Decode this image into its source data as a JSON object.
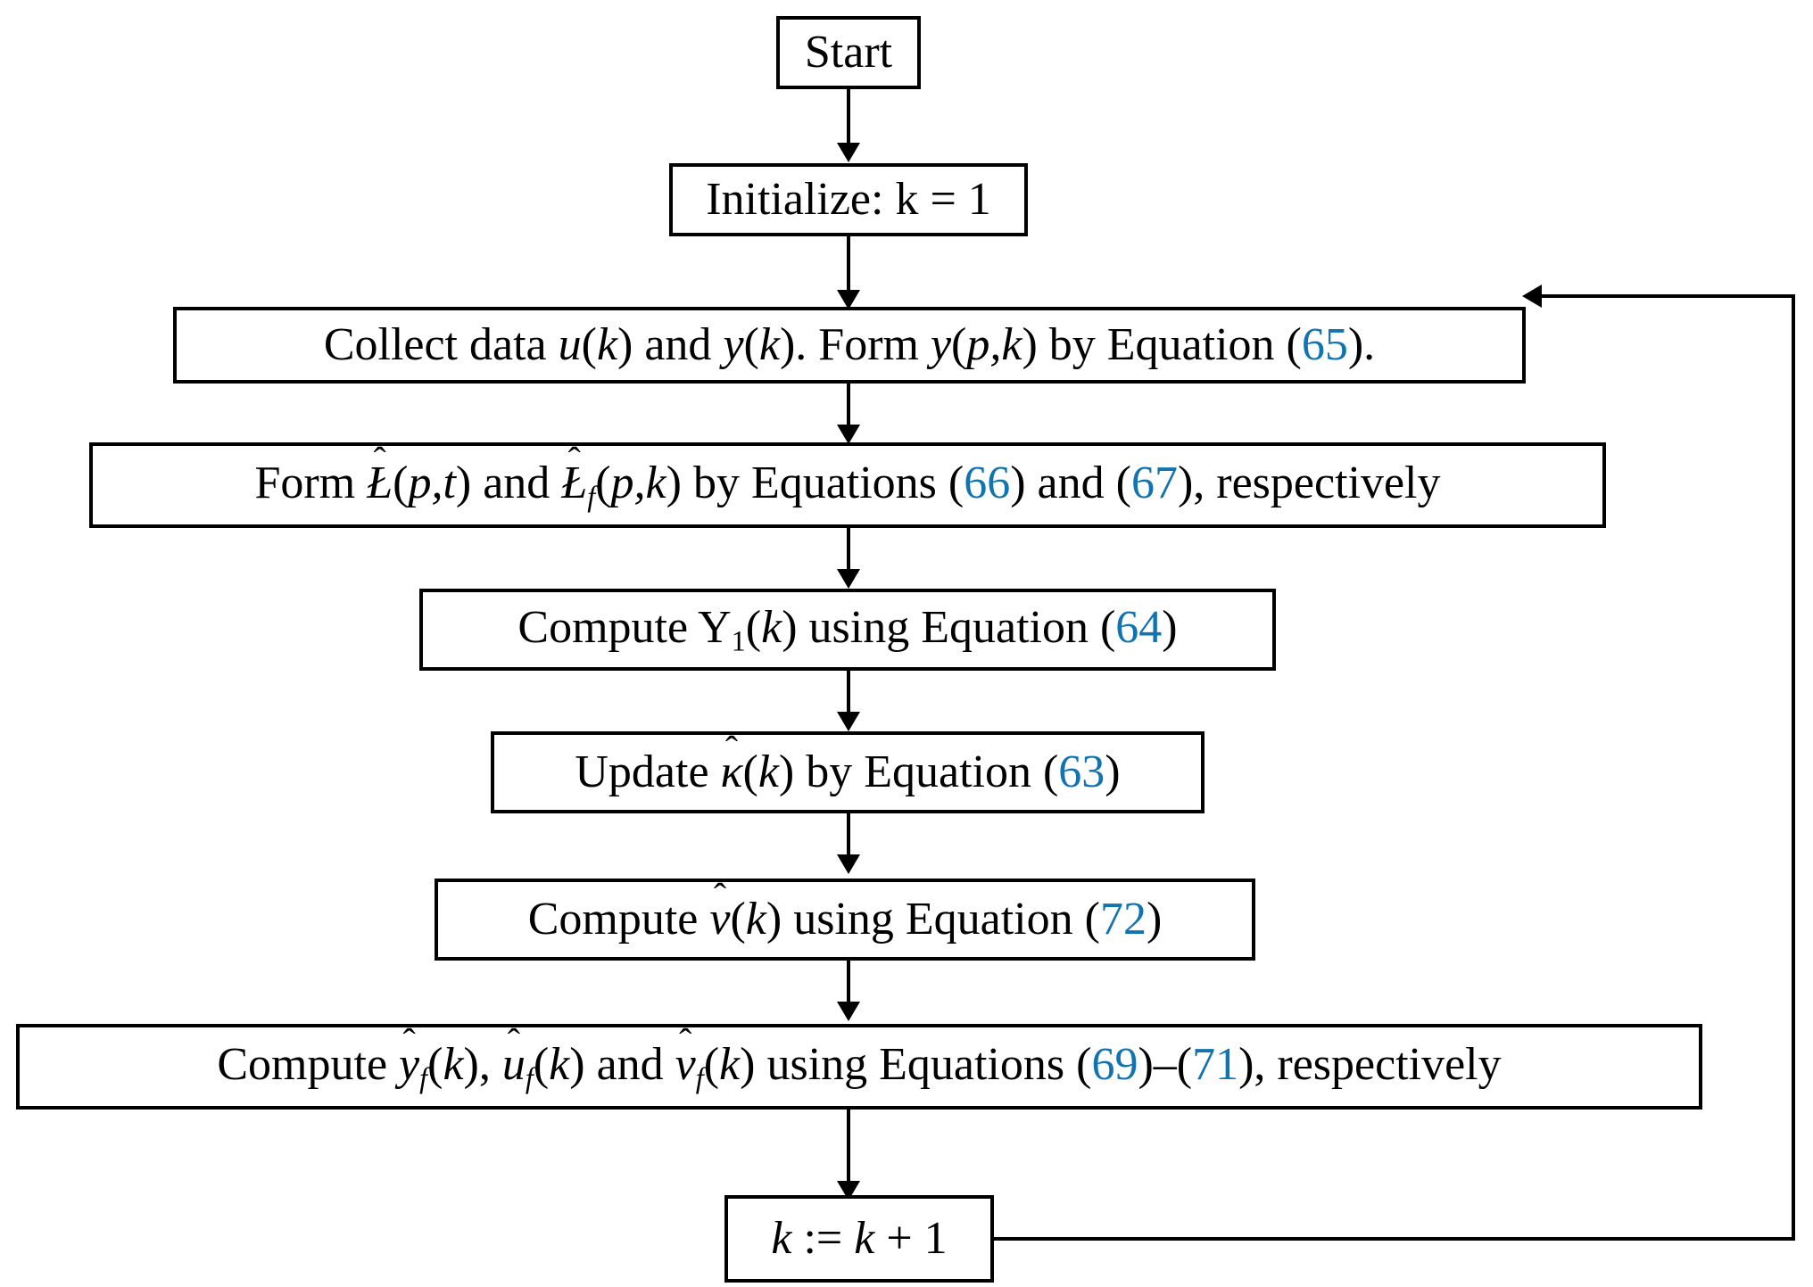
{
  "diagram": {
    "title": "Algorithm flowchart",
    "accent_color": "#1073b2",
    "line_color": "#000000",
    "background": "#ffffff",
    "nodes": [
      {
        "id": "start",
        "text": "Start",
        "plain": "Start"
      },
      {
        "id": "initialize",
        "text": "Initialize: k = 1",
        "plain": "Initialize: k = 1"
      },
      {
        "id": "collect-data",
        "text": "Collect data u(k) and y(k). Form y(p,k) by Equation (65).",
        "plain": "Collect data u(k) and y(k). Form y(p,k) by Equation (65).",
        "equation_refs": [
          "65"
        ]
      },
      {
        "id": "form-script-l",
        "text": "Form Ł̂(p,t) and Ł̂_f(p,k) by Equations (66) and (67), respectively",
        "plain": "Form L-hat(p,t) and L-hat_f(p,k) by Equations (66) and (67), respectively",
        "equation_refs": [
          "66",
          "67"
        ]
      },
      {
        "id": "compute-y1",
        "text": "Compute Y₁(k) using Equation (64)",
        "plain": "Compute Y1(k) using Equation (64)",
        "equation_refs": [
          "64"
        ]
      },
      {
        "id": "update-kappa",
        "text": "Update κ̂(k) by Equation (63)",
        "plain": "Update kappa-hat(k) by Equation (63)",
        "equation_refs": [
          "63"
        ]
      },
      {
        "id": "compute-v",
        "text": "Compute v̂(k) using Equation (72)",
        "plain": "Compute v-hat(k) using Equation (72)",
        "equation_refs": [
          "72"
        ]
      },
      {
        "id": "compute-filtered",
        "text": "Compute ŷ_f(k), û_f(k) and v̂_f(k) using Equations (69)–(71), respectively",
        "plain": "Compute y-hat_f(k), u-hat_f(k) and v-hat_f(k) using Equations (69)-(71), respectively",
        "equation_refs": [
          "69",
          "71"
        ]
      },
      {
        "id": "increment-k",
        "text": "k := k + 1",
        "plain": "k := k + 1"
      }
    ],
    "labels": {
      "start": "Start",
      "initialize_prefix": "Initialize: k = 1",
      "collect_1": "Collect data ",
      "collect_u": "u",
      "collect_2": "(",
      "collect_k1": "k",
      "collect_3": ") and ",
      "collect_y": "y",
      "collect_4": "(",
      "collect_k2": "k",
      "collect_5": "). Form ",
      "collect_y2": "y",
      "collect_6": "(",
      "collect_p": "p",
      "collect_7": ",",
      "collect_k3": "k",
      "collect_8": ") by Equation (",
      "collect_eq": "65",
      "collect_9": ").",
      "form_1": "Form ",
      "form_L1": "Ł",
      "form_2": "(",
      "form_p1": "p",
      "form_3": ",",
      "form_t": "t",
      "form_4": ") and ",
      "form_L2": "Ł",
      "form_f1": "f",
      "form_5": "(",
      "form_p2": "p",
      "form_6": ",",
      "form_k1": "k",
      "form_7": ") by Equations (",
      "form_eq1": "66",
      "form_8": ") and (",
      "form_eq2": "67",
      "form_9": "), respectively",
      "y1_1": "Compute Y",
      "y1_sub": "1",
      "y1_2": "(",
      "y1_k": "k",
      "y1_3": ") using Equation (",
      "y1_eq": "64",
      "y1_4": ")",
      "kap_1": "Update ",
      "kap_sym": "κ",
      "kap_2": "(",
      "kap_k": "k",
      "kap_3": ") by Equation (",
      "kap_eq": "63",
      "kap_4": ")",
      "v_1": "Compute ",
      "v_sym": "v",
      "v_2": "(",
      "v_k": "k",
      "v_3": ") using Equation (",
      "v_eq": "72",
      "v_4": ")",
      "f_1": "Compute ",
      "f_y": "y",
      "f_yf": "f",
      "f_2": "(",
      "f_k1": "k",
      "f_3": "), ",
      "f_u": "u",
      "f_uf": "f",
      "f_4": "(",
      "f_k2": "k",
      "f_5": ") and ",
      "f_v": "v",
      "f_vf": "f",
      "f_6": "(",
      "f_k3": "k",
      "f_7": ") using Equations (",
      "f_eq1": "69",
      "f_8": ")–(",
      "f_eq2": "71",
      "f_9": "), respectively",
      "inc_k1": "k",
      "inc_op": " := ",
      "inc_k2": "k",
      "inc_plus": " + 1",
      "hat": "ˆ"
    },
    "edges": [
      {
        "from": "start",
        "to": "initialize",
        "kind": "arrow-down"
      },
      {
        "from": "initialize",
        "to": "collect-data",
        "kind": "arrow-down"
      },
      {
        "from": "collect-data",
        "to": "form-script-l",
        "kind": "arrow-down"
      },
      {
        "from": "form-script-l",
        "to": "compute-y1",
        "kind": "arrow-down"
      },
      {
        "from": "compute-y1",
        "to": "update-kappa",
        "kind": "arrow-down"
      },
      {
        "from": "update-kappa",
        "to": "compute-v",
        "kind": "arrow-down"
      },
      {
        "from": "compute-v",
        "to": "compute-filtered",
        "kind": "arrow-down"
      },
      {
        "from": "compute-filtered",
        "to": "increment-k",
        "kind": "arrow-down"
      },
      {
        "from": "increment-k",
        "to": "collect-data",
        "kind": "feedback-loop-right"
      }
    ]
  }
}
